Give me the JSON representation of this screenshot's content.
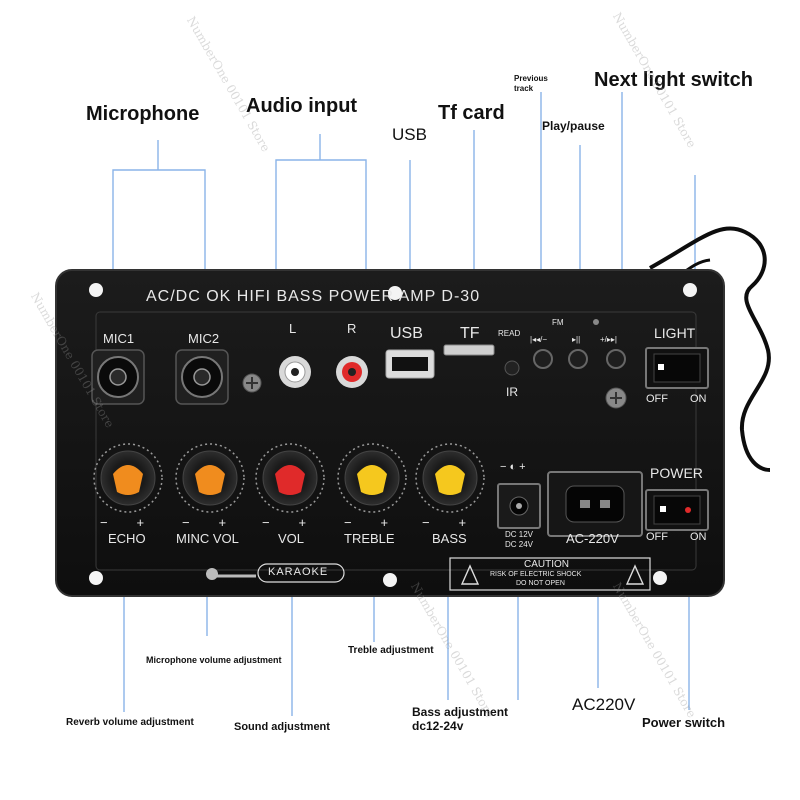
{
  "colors": {
    "panel": "#141414",
    "panel_edge": "#2a2a2a",
    "panel_text": "#e8e8e8",
    "knob_orange": "#f08c1e",
    "knob_red": "#e02a2a",
    "knob_yellow": "#f5c81e",
    "callout_line": "#8ab4e8",
    "label_text": "#111111"
  },
  "callouts": {
    "microphone": "Microphone",
    "audio_input": "Audio input",
    "usb": "USB",
    "tf_card": "Tf card",
    "previous_track": "Previous track",
    "play_pause": "Play/pause",
    "next_light_switch": "Next light switch",
    "mic_volume": "Microphone volume adjustment",
    "treble_adjustment": "Treble adjustment",
    "reverb_volume": "Reverb volume adjustment",
    "sound_adjustment": "Sound adjustment",
    "bass_adjustment": "Bass adjustment",
    "dc_range": "dc12-24v",
    "ac220": "AC220V",
    "power_switch": "Power switch"
  },
  "panel": {
    "title": "AC/DC  OK  HIFI  BASS     POWER  AMP  D-30",
    "mic1": "MIC1",
    "mic2": "MIC2",
    "left": "L",
    "right": "R",
    "usb": "USB",
    "tf": "TF",
    "read": "READ",
    "ir": "IR",
    "fm": "FM",
    "prev_btn": "|◂◂/−",
    "play_btn": "▸||",
    "next_btn": "+/▸▸|",
    "light": "LIGHT",
    "off1": "OFF",
    "on1": "ON",
    "echo": "ECHO",
    "mic_vol": "MINC VOL",
    "vol": "VOL",
    "treble": "TREBLE",
    "bass": "BASS",
    "dc_symbol": "− ◐ +",
    "dc_line1": "DC 12V",
    "dc_line2": "DC 24V",
    "ac_label": "AC-220V",
    "power": "POWER",
    "off2": "OFF",
    "on2": "ON",
    "karaoke": "KARAOKE",
    "caution": "CAUTION",
    "caution_line1": "RISK OF ELECTRIC SHOCK",
    "caution_line2": "DO NOT OPEN"
  },
  "knobs": [
    {
      "id": "echo",
      "color": "knob_orange"
    },
    {
      "id": "mic-vol",
      "color": "knob_orange"
    },
    {
      "id": "vol",
      "color": "knob_red"
    },
    {
      "id": "treble",
      "color": "knob_yellow"
    },
    {
      "id": "bass",
      "color": "knob_yellow"
    }
  ],
  "watermark": "NumberOne 00101 Store"
}
